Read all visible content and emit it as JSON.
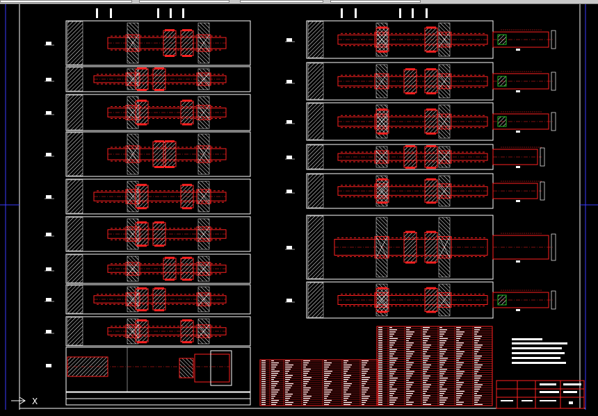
{
  "app": {
    "toolbar_icons": [
      "layer-dropdown",
      "linetype-dropdown",
      "lineweight-dropdown"
    ]
  },
  "drawing": {
    "ucs_axis_label": "X",
    "colors": {
      "background": "#000000",
      "line_red": "#ff2020",
      "line_white": "#ffffff",
      "hatch": "#ffffff",
      "frame_blue": "#3a3aff",
      "accent_green": "#20c020",
      "accent_yellow": "#e0e000"
    }
  },
  "status": {
    "coordinates": ""
  }
}
